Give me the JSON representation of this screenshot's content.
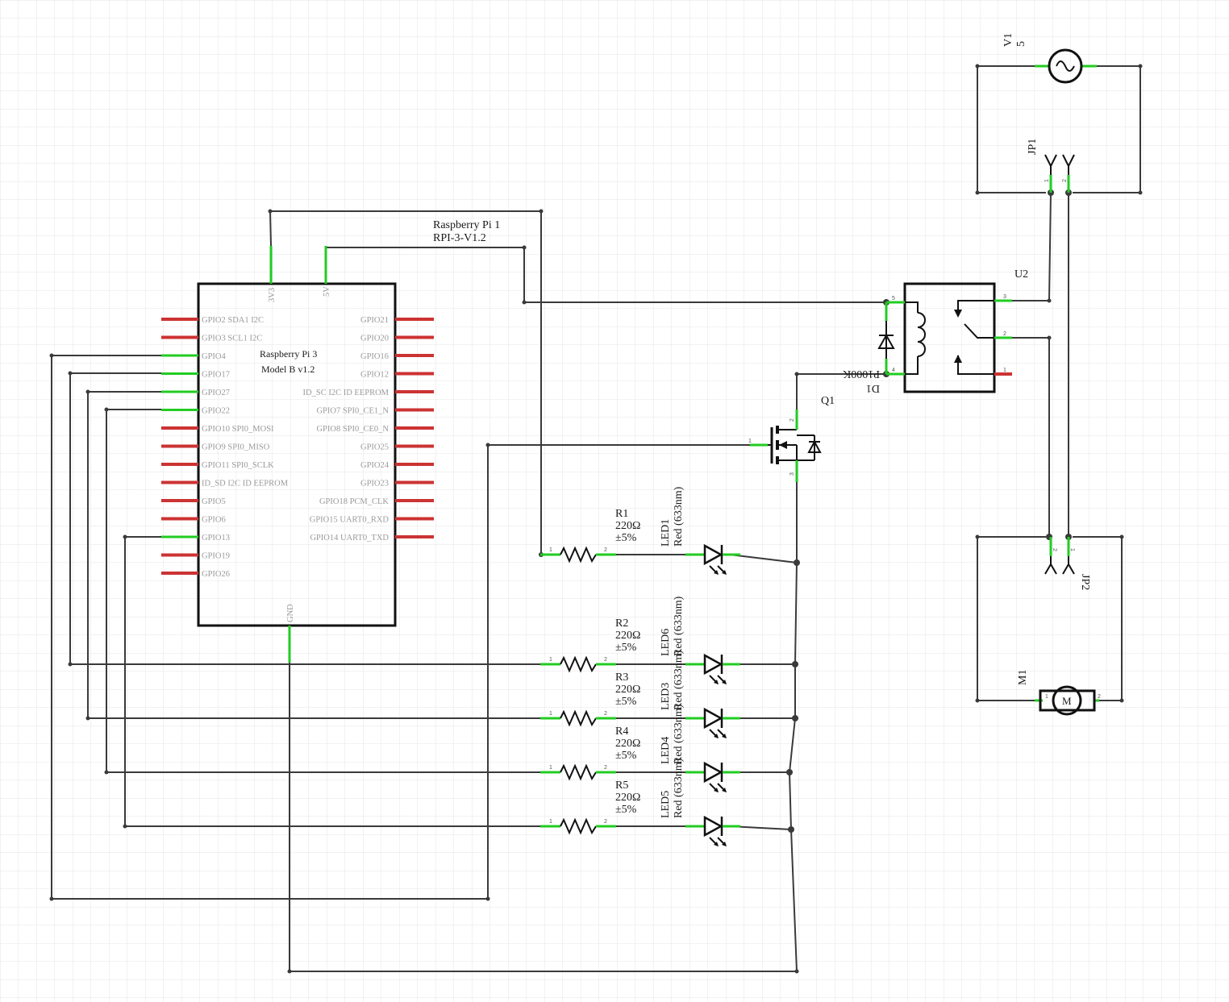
{
  "rpi": {
    "designator": "Raspberry Pi 1",
    "part": "RPI-3-V1.2",
    "title1": "Raspberry Pi 3",
    "title2": "Model B v1.2",
    "pin_3v3": "3V3",
    "pin_5v": "5V",
    "pin_gnd": "GND",
    "left_pins": [
      "GPIO2 SDA1 I2C",
      "GPIO3 SCL1 I2C",
      "GPIO4",
      "GPIO17",
      "GPIO27",
      "GPIO22",
      "GPIO10 SPI0_MOSI",
      "GPIO9 SPI0_MISO",
      "GPIO11 SPI0_SCLK",
      "ID_SD I2C ID EEPROM",
      "GPIO5",
      "GPIO6",
      "GPIO13",
      "GPIO19",
      "GPIO26"
    ],
    "right_pins": [
      "GPIO21",
      "GPIO20",
      "GPIO16",
      "GPIO12",
      "ID_SC I2C ID EEPROM",
      "GPIO7 SPI0_CE1_N",
      "GPIO8 SPI0_CE0_N",
      "GPIO25",
      "GPIO24",
      "GPIO23",
      "GPIO18 PCM_CLK",
      "GPIO15 UART0_RXD",
      "GPIO14 UART0_TXD"
    ],
    "used_left_pins": [
      2,
      3,
      4,
      5,
      12
    ]
  },
  "resistors": [
    {
      "name": "R1",
      "value": "220Ω",
      "tol": "±5%"
    },
    {
      "name": "R2",
      "value": "220Ω",
      "tol": "±5%"
    },
    {
      "name": "R3",
      "value": "220Ω",
      "tol": "±5%"
    },
    {
      "name": "R4",
      "value": "220Ω",
      "tol": "±5%"
    },
    {
      "name": "R5",
      "value": "220Ω",
      "tol": "±5%"
    }
  ],
  "leds": [
    {
      "name": "LED1",
      "desc": "Red (633nm)"
    },
    {
      "name": "LED6",
      "desc": "Red (633nm)"
    },
    {
      "name": "LED3",
      "desc": "Red (633nm)"
    },
    {
      "name": "LED4",
      "desc": "Red (633nm)"
    },
    {
      "name": "LED5",
      "desc": "Red (633nm)"
    }
  ],
  "q1": {
    "name": "Q1",
    "pin_g": "1",
    "pin_d": "2",
    "pin_s": "3"
  },
  "d1": {
    "name": "D1",
    "part": "P1000K"
  },
  "u2": {
    "name": "U2",
    "pins": [
      "5",
      "4",
      "3",
      "2",
      "1"
    ]
  },
  "v1": {
    "name": "V1",
    "value": "5"
  },
  "jp1": {
    "name": "JP1",
    "pins": [
      "1",
      "2"
    ]
  },
  "jp2": {
    "name": "JP2",
    "pins": [
      "2",
      "1"
    ]
  },
  "m1": {
    "name": "M1",
    "symbol": "M",
    "pins": [
      "1",
      "2"
    ]
  },
  "pin_labels": {
    "one": "1",
    "two": "2"
  },
  "colors": {
    "wire": "#3a3a3a",
    "pin_connected": "#22cc22",
    "pin_unconnected": "#cc3333",
    "grid": "#e4e4e4"
  }
}
